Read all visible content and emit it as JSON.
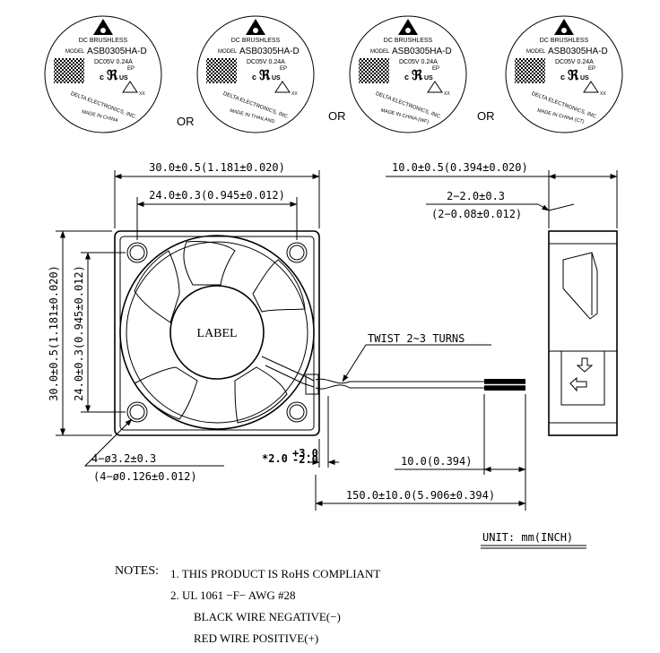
{
  "labels": [
    {
      "title": "DC BRUSHLESS",
      "model_prefix": "MODEL",
      "model": "ASB0305HA-D",
      "rating": "DC05V  0.24A",
      "ep": "EP",
      "xx": "XX",
      "ul_c": "c",
      "ul_us": "US",
      "maker": "DELTA ELECTRONICS, INC.",
      "origin": "MADE IN CHINA"
    },
    {
      "title": "DC BRUSHLESS",
      "model_prefix": "MODEL",
      "model": "ASB0305HA-D",
      "rating": "DC05V  0.24A",
      "ep": "EP",
      "xx": "XX",
      "ul_c": "c",
      "ul_us": "US",
      "maker": "DELTA ELECTRONICS, INC.",
      "origin": "MADE IN THAILAND"
    },
    {
      "title": "DC BRUSHLESS",
      "model_prefix": "MODEL",
      "model": "ASB0305HA-D",
      "rating": "DC05V  0.24A",
      "ep": "EP",
      "xx": "XX",
      "ul_c": "c",
      "ul_us": "US",
      "maker": "DELTA ELECTRONICS, INC.",
      "origin": "MADE IN CHINA (WF)"
    },
    {
      "title": "DC BRUSHLESS",
      "model_prefix": "MODEL",
      "model": "ASB0305HA-D",
      "rating": "DC05V  0.24A",
      "ep": "EP",
      "xx": "XX",
      "ul_c": "c",
      "ul_us": "US",
      "maker": "DELTA ELECTRONICS, INC.",
      "origin": "MADE IN CHINA (CT)"
    }
  ],
  "or_text": "OR",
  "dims": {
    "width_outer": "30.0±0.5(1.181±0.020)",
    "width_hole": "24.0±0.3(0.945±0.012)",
    "height_outer": "30.0±0.5(1.181±0.020)",
    "height_hole": "24.0±0.3(0.945±0.012)",
    "hole_mm": "4−ø3.2±0.3",
    "hole_in": "(4−ø0.126±0.012)",
    "offset_main": "*2.0",
    "offset_tol_plus": "+3.0",
    "offset_tol_minus": "-2.0",
    "depth": "10.0±0.5(0.394±0.020)",
    "slot_mm": "2−2.0±0.3",
    "slot_in": "(2−0.08±0.012)",
    "strip": "10.0(0.394)",
    "lead": "150.0±10.0(5.906±0.394)",
    "twist": "TWIST 2~3 TURNS",
    "fan_label": "LABEL"
  },
  "unit": "UNIT: mm(INCH)",
  "notes": {
    "heading": "NOTES:",
    "items": [
      "1. THIS PRODUCT IS RoHS COMPLIANT",
      "2. UL 1061 −F− AWG #28",
      "BLACK WIRE NEGATIVE(−)",
      "RED WIRE POSITIVE(+)"
    ]
  }
}
